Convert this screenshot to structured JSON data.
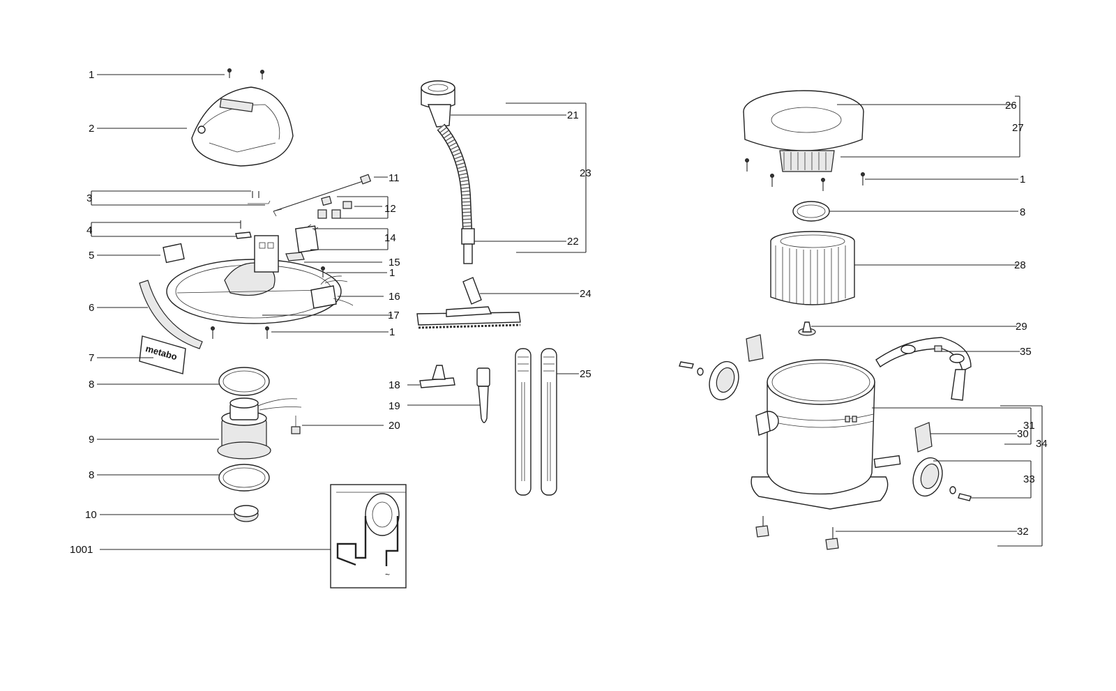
{
  "part_labels": {
    "p1": "1",
    "p2": "2",
    "p3": "3",
    "p4": "4",
    "p5": "5",
    "p6": "6",
    "p7": "7",
    "p8a": "8",
    "p9": "9",
    "p8b": "8",
    "p10": "10",
    "p1001": "1001",
    "p11": "11",
    "p12": "12",
    "p14": "14",
    "p15": "15",
    "p1b": "1",
    "p16": "16",
    "p17": "17",
    "p1c": "1",
    "p18": "18",
    "p19": "19",
    "p20": "20",
    "p21": "21",
    "p23": "23",
    "p22": "22",
    "p24": "24",
    "p25": "25",
    "p26": "26",
    "p27": "27",
    "p1d": "1",
    "p8c": "8",
    "p28": "28",
    "p29": "29",
    "p35": "35",
    "p31": "31",
    "p34": "34",
    "p30": "30",
    "p33": "33",
    "p32": "32"
  },
  "brand_plate_text": "metabo",
  "icons": [
    "screw-icon",
    "cover-icon",
    "motor-icon",
    "hose-icon",
    "nozzle-icon",
    "tube-icon",
    "filter-icon",
    "container-icon",
    "wheel-icon",
    "caster-icon",
    "wiring-diagram-icon"
  ]
}
